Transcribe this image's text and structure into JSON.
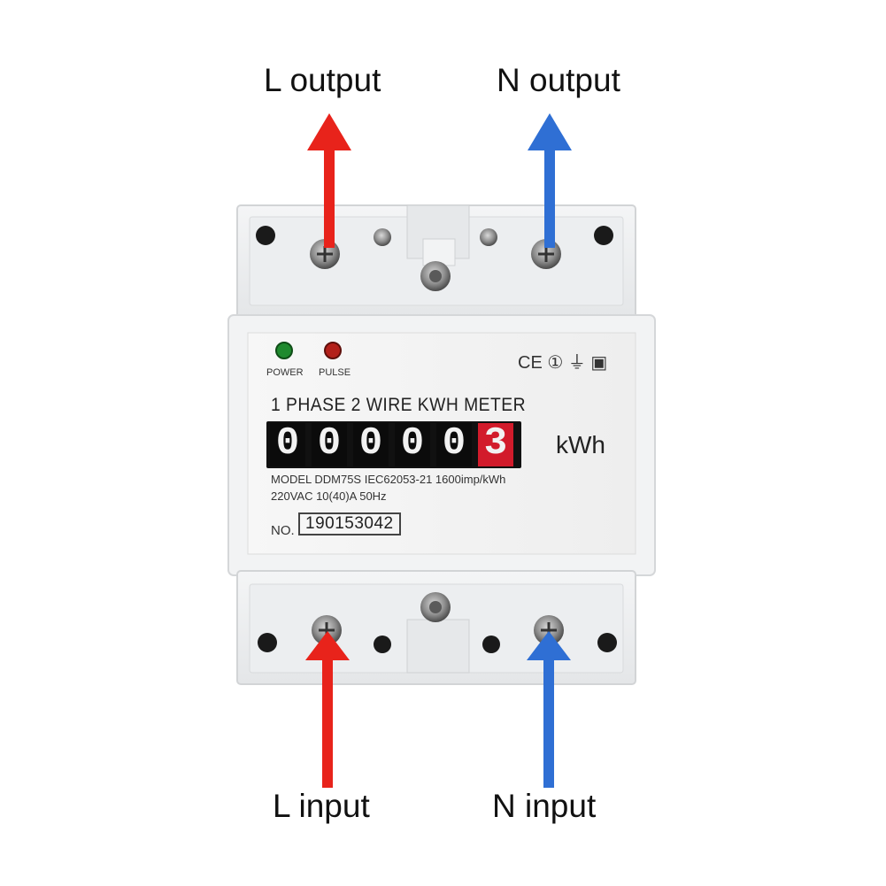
{
  "callouts": {
    "l_output": "L output",
    "n_output": "N output",
    "l_input": "L input",
    "n_input": "N input"
  },
  "meter": {
    "led_power_label": "POWER",
    "led_pulse_label": "PULSE",
    "certification_marks": "CE ① ⏚ ▣",
    "title": "1 PHASE 2 WIRE KWH METER",
    "unit": "kWh",
    "digits": [
      "0",
      "0",
      "0",
      "0",
      "0",
      "3"
    ],
    "model_line": "MODEL DDM75S IEC62053-21 1600imp/kWh",
    "rating_line": "220VAC 10(40)A 50Hz",
    "serial_label": "NO.",
    "serial_number": "190153042"
  },
  "colors": {
    "l_arrow": "#e8231b",
    "n_arrow": "#2f6fd4",
    "led_power": "#1f8a2e",
    "led_pulse": "#b3201a",
    "last_digit": "#d21b2b"
  }
}
